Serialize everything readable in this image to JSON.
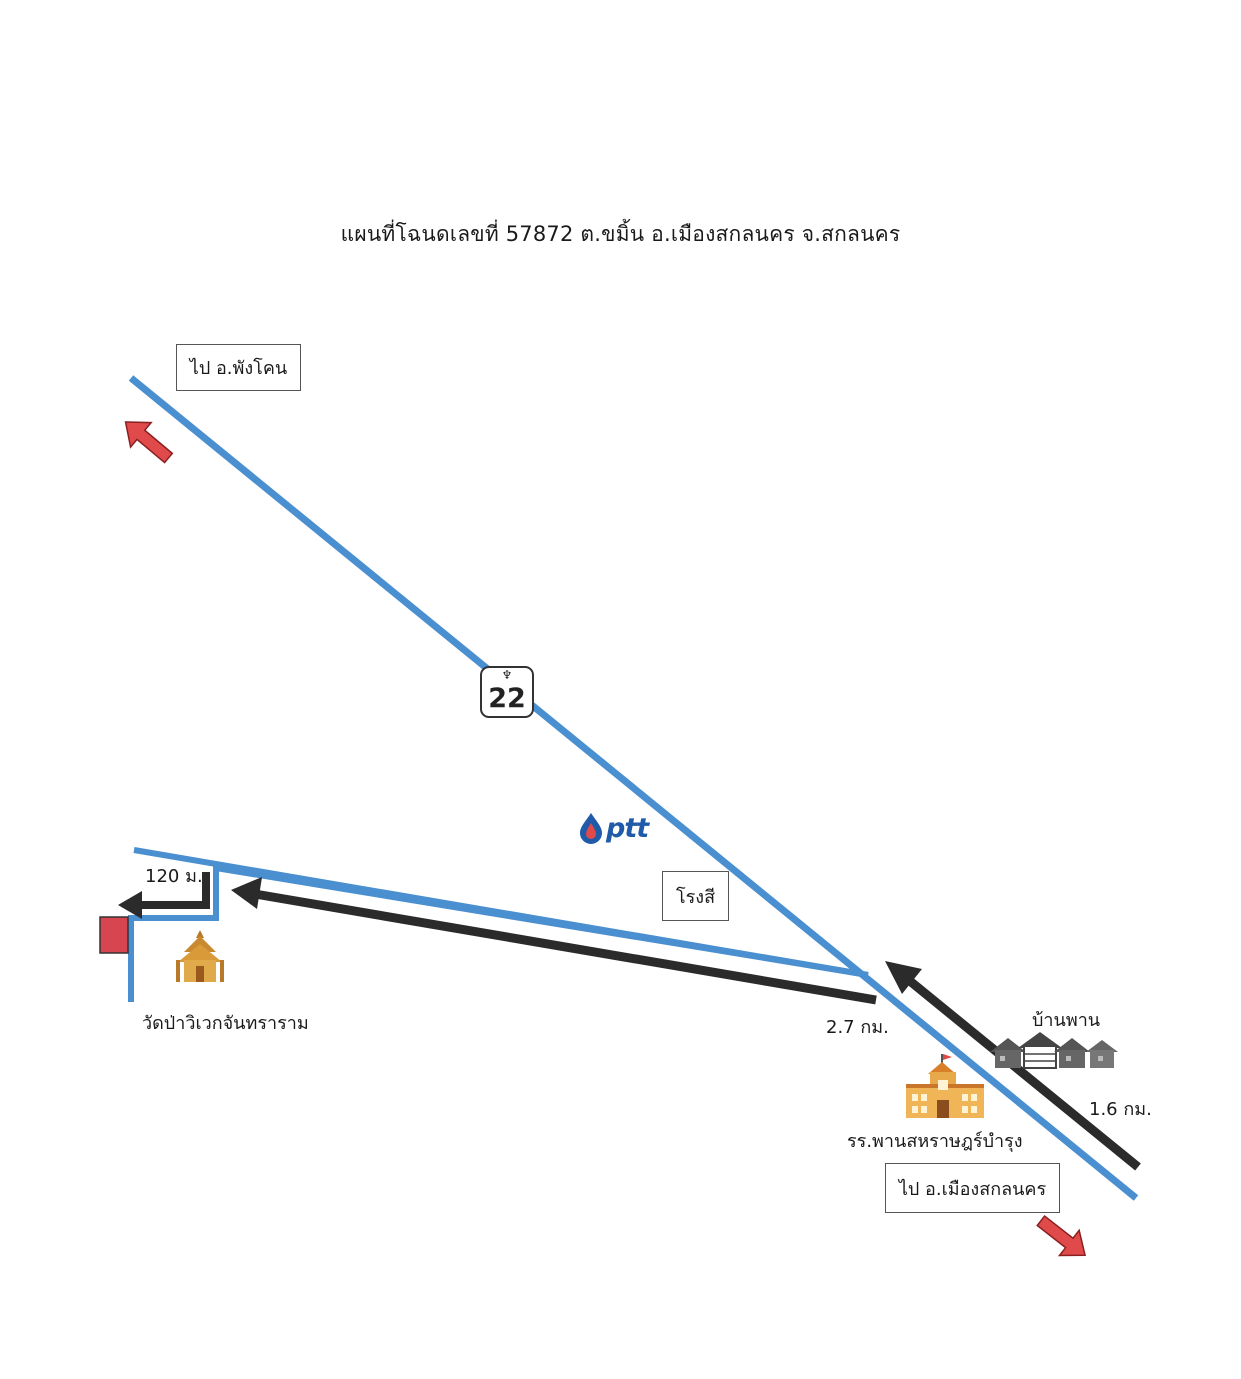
{
  "title": "แผนที่โฉนดเลขที่ 57872 ต.ขมิ้น อ.เมืองสกลนคร จ.สกลนคร",
  "route_shield": {
    "number": "22",
    "emblem": "crest-icon"
  },
  "boxes": {
    "to_phang_khon": "ไป อ.พังโคน",
    "paint_shop": "โรงสี",
    "to_mueang_sakon_nakhon": "ไป อ.เมืองสกลนคร"
  },
  "labels": {
    "distance_120m": "120 ม.",
    "distance_2_7km": "2.7 กม.",
    "distance_1_6km": "1.6 กม.",
    "temple": "วัดป่าวิเวกจันทราราม",
    "village": "บ้านพาน",
    "school": "รร.พานสหราษฎร์บำรุง"
  },
  "ptt": {
    "text": "ptt"
  },
  "colors": {
    "road": "#4a8fd0",
    "route_arrow": "#2b2b2b",
    "direction_arrow": "#e04a4a",
    "plot": "#d64550",
    "ptt": "#1f5ba8"
  }
}
